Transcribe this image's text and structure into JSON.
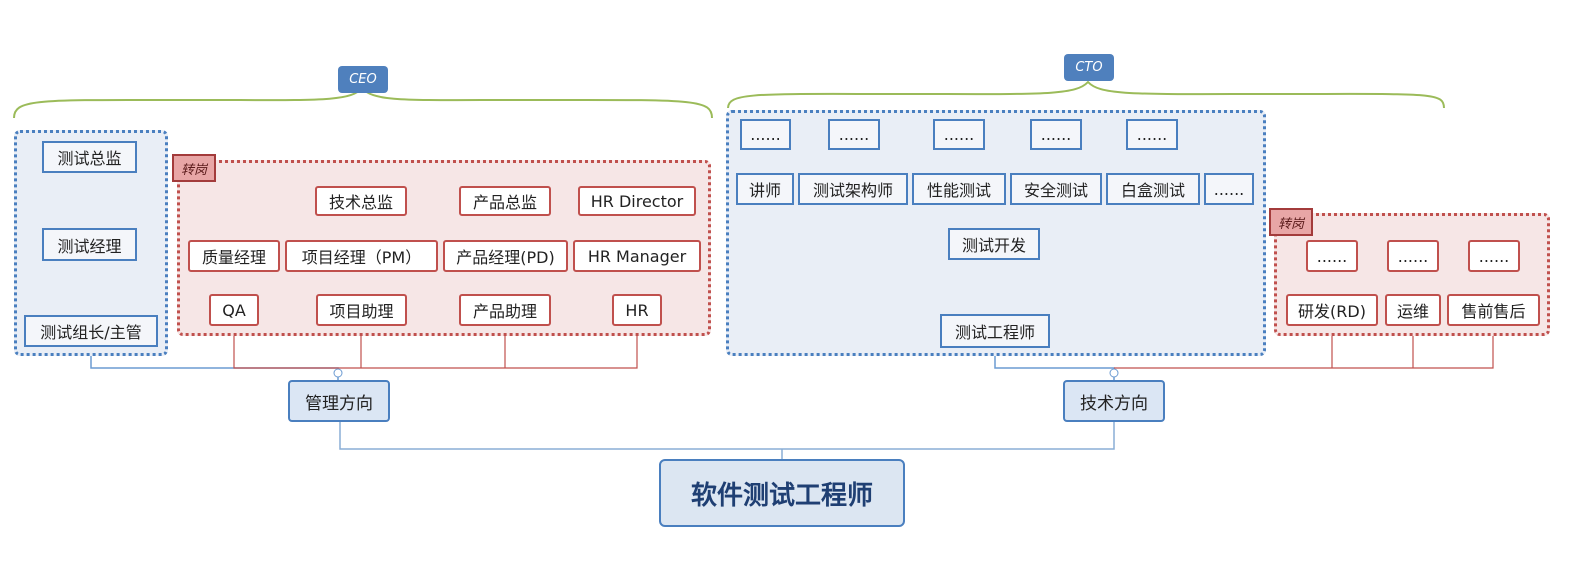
{
  "root": "软件测试工程师",
  "directions": {
    "management": "管理方向",
    "technical": "技术方向"
  },
  "callouts": {
    "ceo": "CEO",
    "cto": "CTO"
  },
  "transfer_tag": "转岗",
  "management": {
    "test_ladder": [
      "测试组长/主管",
      "测试经理",
      "测试总监"
    ],
    "transfer_columns": [
      {
        "base": "QA",
        "mid": "质量经理"
      },
      {
        "base": "项目助理",
        "mid": "项目经理（PM）",
        "top": "技术总监"
      },
      {
        "base": "产品助理",
        "mid": "产品经理(PD)",
        "top": "产品总监"
      },
      {
        "base": "HR",
        "mid": "HR Manager",
        "top": "HR Director"
      }
    ]
  },
  "technical": {
    "base": "测试工程师",
    "dev": "测试开发",
    "specialties": [
      "讲师",
      "测试架构师",
      "性能测试",
      "安全测试",
      "白盒测试",
      "......"
    ],
    "specialty_next": [
      "......",
      "......",
      "......",
      "......",
      "......"
    ],
    "transfer": [
      {
        "base": "研发(RD)",
        "next": "......"
      },
      {
        "base": "运维",
        "next": "......"
      },
      {
        "base": "售前售后",
        "next": "......"
      }
    ]
  },
  "colors": {
    "blue_line": "#6c9bd2",
    "red_line": "#c0504d",
    "brace": "#9bbb59"
  }
}
